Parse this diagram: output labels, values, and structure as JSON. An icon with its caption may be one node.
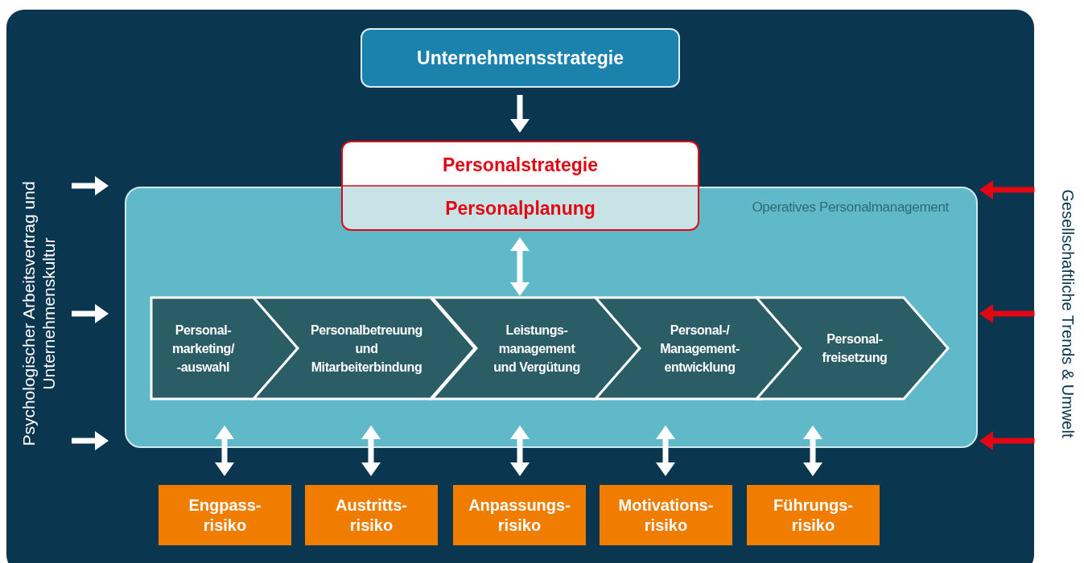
{
  "diagram": {
    "nodes": [
      {
        "text": [
          "Unternehmensstrategie"
        ]
      },
      {
        "text": [
          "Personalstrategie",
          "Personalplanung"
        ]
      },
      {
        "text": [
          "Operatives Personalmanagement"
        ]
      },
      {
        "text": [
          "Personal- marketing/ -auswahl"
        ],
        "in": 2
      },
      {
        "text": [
          "Personalbetreuung und Mitarbeiterbindung"
        ],
        "in": 2
      },
      {
        "text": [
          "Leistungs- management und Vergütung"
        ],
        "in": 2
      },
      {
        "text": [
          "Personal-/ Management- entwicklung"
        ],
        "in": 2
      },
      {
        "text": [
          "Personal- freisetzung"
        ],
        "in": 2
      },
      {
        "text": [
          "Engpass- risiko"
        ]
      },
      {
        "text": [
          "Austritts- risiko"
        ]
      },
      {
        "text": [
          "Anpassungs- risiko"
        ]
      },
      {
        "text": [
          "Motivations- risiko"
        ]
      },
      {
        "text": [
          "Führungs- risiko"
        ]
      },
      {
        "text": [
          "Psychologischer Arbeitsvertrag und Unternehmenskultur"
        ]
      },
      {
        "text": [
          "Gesellschaftliche Trends & Umwelt"
        ]
      }
    ],
    "edges": [
      {
        "from": 0,
        "to": 1,
        "arrow": "to"
      },
      {
        "from": 1,
        "to": 5,
        "arrow": "both"
      },
      {
        "from": 2,
        "to": 8,
        "arrow": "both"
      },
      {
        "from": 2,
        "to": 9,
        "arrow": "both"
      },
      {
        "from": 2,
        "to": 10,
        "arrow": "both"
      },
      {
        "from": 2,
        "to": 11,
        "arrow": "both"
      },
      {
        "from": 2,
        "to": 12,
        "arrow": "both"
      },
      {
        "from": 13,
        "to": 2,
        "arrow": "to"
      },
      {
        "from": 13,
        "to": 2,
        "arrow": "to"
      },
      {
        "from": 13,
        "to": 2,
        "arrow": "to"
      },
      {
        "from": 14,
        "to": 2,
        "arrow": "to",
        "color": "#e30613"
      },
      {
        "from": 14,
        "to": 2,
        "arrow": "to",
        "color": "#e30613"
      },
      {
        "from": 14,
        "to": 2,
        "arrow": "to",
        "color": "#e30613"
      }
    ]
  }
}
